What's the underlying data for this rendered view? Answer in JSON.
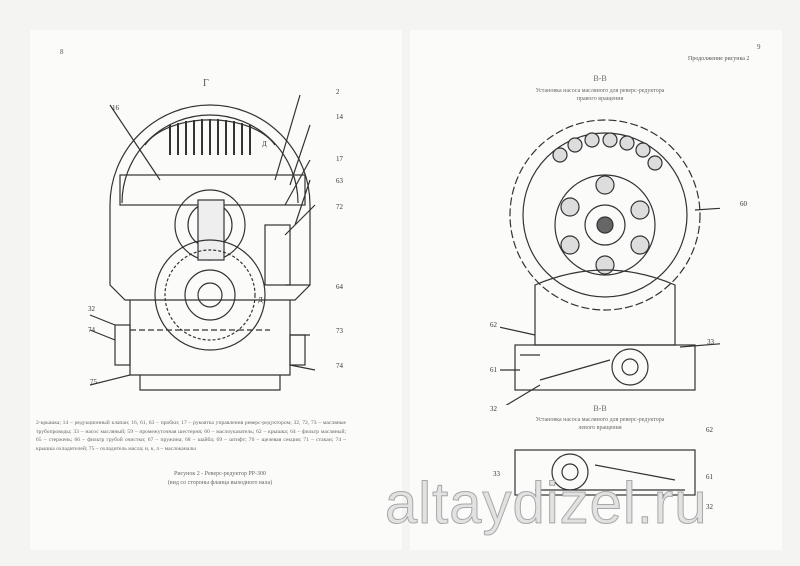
{
  "left_page": {
    "page_number": "8",
    "view_label": "Г",
    "callouts": [
      "16",
      "2",
      "14",
      "17",
      "63",
      "72",
      "64",
      "32",
      "74",
      "73",
      "74",
      "75",
      "Д",
      "Д"
    ],
    "legend": "2-крышка; 14 – редукционный клапан; 16, 61, 63 – пробки; 17 – рукоятка управления реверс-редуктором; 32, 72, 73 – масляные трубопроводы; 33 – насос масляный; 59 – промежуточная шестерня; 60 – маслоуказатель; 62 – крышка; 64 – фильтр масляный; 65 – стержень; 66 – фильтр грубой очистки; 67 – пружина; 68 – шайба; 69 – штифт; 70 – щелевая секция; 71 – стакан; 74 – крышка охладителей; 75 – охладитель масла; и, к, л – маслоканалы",
    "figure_title": "Рисунок 2 - Реверс-редуктор РР-300",
    "figure_subtitle": "(вид со стороны фланца выходного вала)"
  },
  "right_page": {
    "page_number": "9",
    "continuation": "Продолжение рисунка 2",
    "section1": {
      "label": "В-В",
      "title_line1": "Установка насоса масляного для реверс-редуктора",
      "title_line2": "правого вращения",
      "callouts": [
        "60",
        "62",
        "33",
        "61",
        "32"
      ]
    },
    "section2": {
      "label": "В-В",
      "title_line1": "Установка насоса масляного для реверс-редуктора",
      "title_line2": "левого вращения",
      "callouts": [
        "62",
        "33",
        "61",
        "32"
      ]
    }
  },
  "watermark": "altaydizel.ru"
}
